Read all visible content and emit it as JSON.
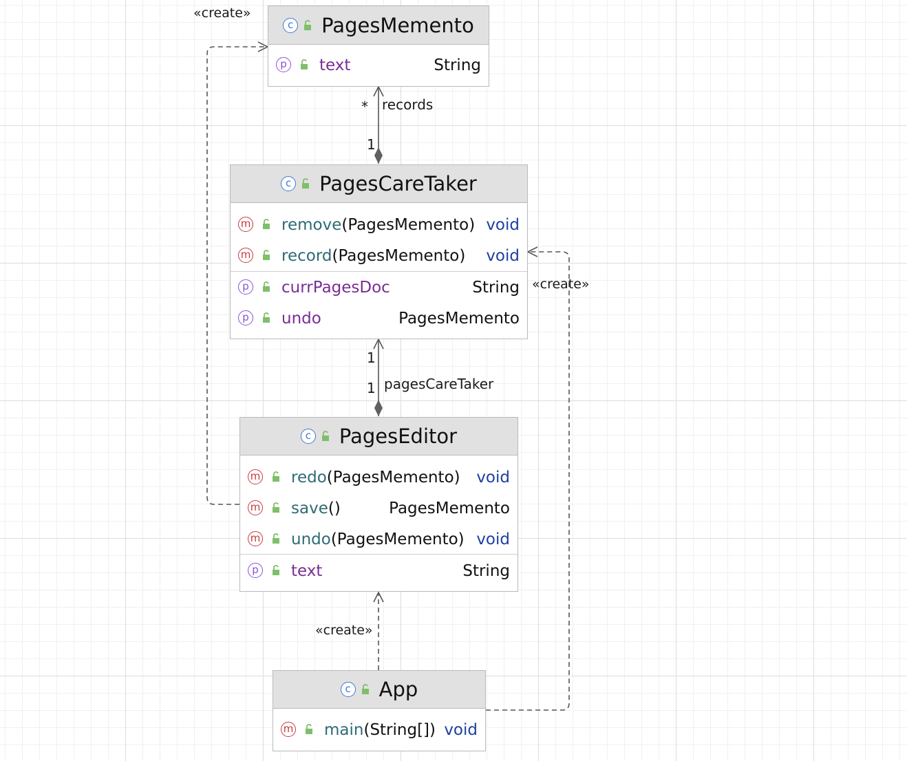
{
  "classes": {
    "pages_memento": {
      "name": "PagesMemento",
      "fields": [
        {
          "name": "text",
          "type": "String"
        }
      ]
    },
    "pages_care_taker": {
      "name": "PagesCareTaker",
      "methods": [
        {
          "name": "remove",
          "params": "(PagesMemento)",
          "return": "void"
        },
        {
          "name": "record",
          "params": "(PagesMemento)",
          "return": "void"
        }
      ],
      "fields": [
        {
          "name": "currPagesDoc",
          "type": "String"
        },
        {
          "name": "undo",
          "type": "PagesMemento"
        }
      ]
    },
    "pages_editor": {
      "name": "PagesEditor",
      "methods": [
        {
          "name": "redo",
          "params": "(PagesMemento)",
          "return": "void"
        },
        {
          "name": "save",
          "params": "()",
          "return": "PagesMemento"
        },
        {
          "name": "undo",
          "params": "(PagesMemento)",
          "return": "void"
        }
      ],
      "fields": [
        {
          "name": "text",
          "type": "String"
        }
      ]
    },
    "app": {
      "name": "App",
      "methods": [
        {
          "name": "main",
          "params": "(String[])",
          "return": "void"
        }
      ]
    }
  },
  "relations": {
    "records": {
      "label": "records",
      "source_mult": "1",
      "target_mult": "*"
    },
    "care_taker": {
      "label": "pagesCareTaker",
      "source_mult": "1",
      "target_mult": "1"
    },
    "create_label": "«create»"
  },
  "colors": {
    "header_bg": "#e1e1e1",
    "border": "#b9b9b9",
    "class_badge": "#3f77d6",
    "method_badge": "#c6393c",
    "property_badge": "#8c4fd9",
    "method_name": "#2e6b74",
    "property_name": "#7a2d93",
    "keyword": "#1d3fa3",
    "access_icon": "#7fbf6a"
  }
}
